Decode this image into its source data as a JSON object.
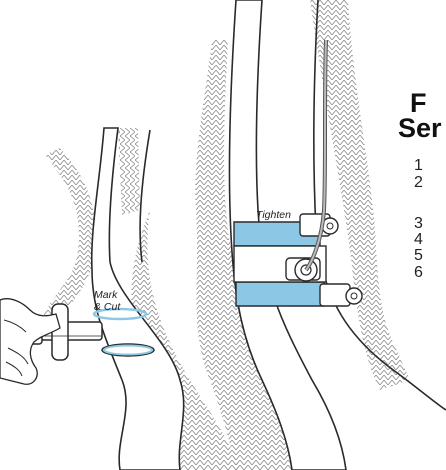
{
  "title": {
    "line1": "F",
    "line2": "Ser"
  },
  "steps": [
    "1",
    "2",
    "3",
    "4",
    "5",
    "6"
  ],
  "callouts": {
    "mark_line1": "Mark",
    "mark_line2": "& Cut",
    "tighten": "Tighten"
  },
  "colors": {
    "clamp_blue": "#8cc8e6",
    "outline": "#2a2a2a",
    "hatch": "#8a8a8a",
    "background": "#ffffff"
  },
  "icons": [
    "hand-icon",
    "heater-hose",
    "hose-clamp",
    "inline-valve",
    "cable"
  ]
}
